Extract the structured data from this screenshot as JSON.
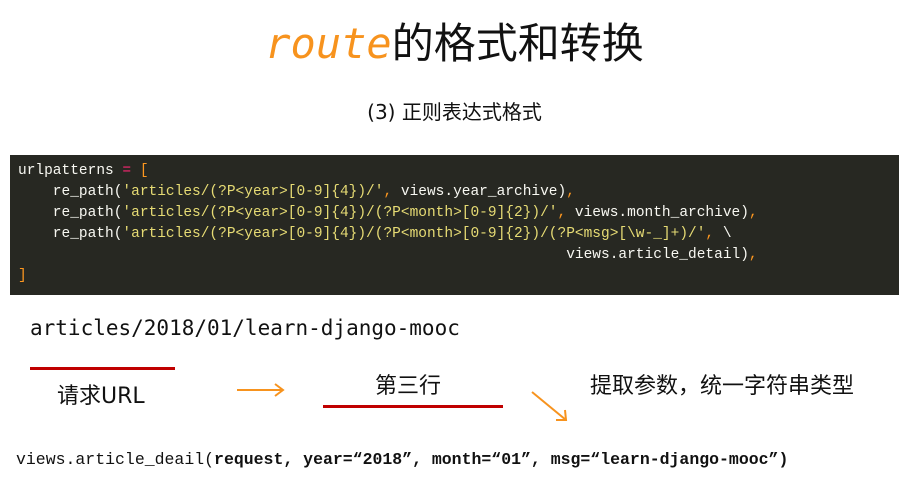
{
  "title": {
    "keyword": "route",
    "rest": "的格式和转换"
  },
  "subtitle": "(3) 正则表达式格式",
  "code": {
    "lines": [
      [
        [
          "t",
          "urlpatterns "
        ],
        [
          "op",
          "="
        ],
        [
          "t",
          " "
        ],
        [
          "p",
          "["
        ]
      ],
      [
        [
          "t",
          "    re_path("
        ],
        [
          "str",
          "'articles/(?P<year>[0-9]{4})/'"
        ],
        [
          "p",
          ","
        ],
        [
          "t",
          " views.year_archive)"
        ],
        [
          "p",
          ","
        ]
      ],
      [
        [
          "t",
          "    re_path("
        ],
        [
          "str",
          "'articles/(?P<year>[0-9]{4})/(?P<month>[0-9]{2})/'"
        ],
        [
          "p",
          ","
        ],
        [
          "t",
          " views.month_archive)"
        ],
        [
          "p",
          ","
        ]
      ],
      [
        [
          "t",
          "    re_path("
        ],
        [
          "str",
          "'articles/(?P<year>[0-9]{4})/(?P<month>[0-9]{2})/(?P<msg>[\\w-_]+)/'"
        ],
        [
          "p",
          ","
        ],
        [
          "t",
          " \\"
        ]
      ],
      [
        [
          "t",
          "                                                               views.article_detail)"
        ],
        [
          "p",
          ","
        ]
      ],
      [
        [
          "p",
          "]"
        ]
      ]
    ]
  },
  "example_url": "articles/2018/01/learn-django-mooc",
  "labels": {
    "request_url": "请求URL",
    "third_line": "第三行",
    "extract": "提取参数，统一字符串类型"
  },
  "call": {
    "func": "views.article_deail(",
    "args": "request, year=“2018”, month=“01”, msg=“learn-django-mooc”)"
  },
  "colors": {
    "accent": "#f7931e",
    "underline": "#c00000",
    "code_bg": "#272822"
  }
}
